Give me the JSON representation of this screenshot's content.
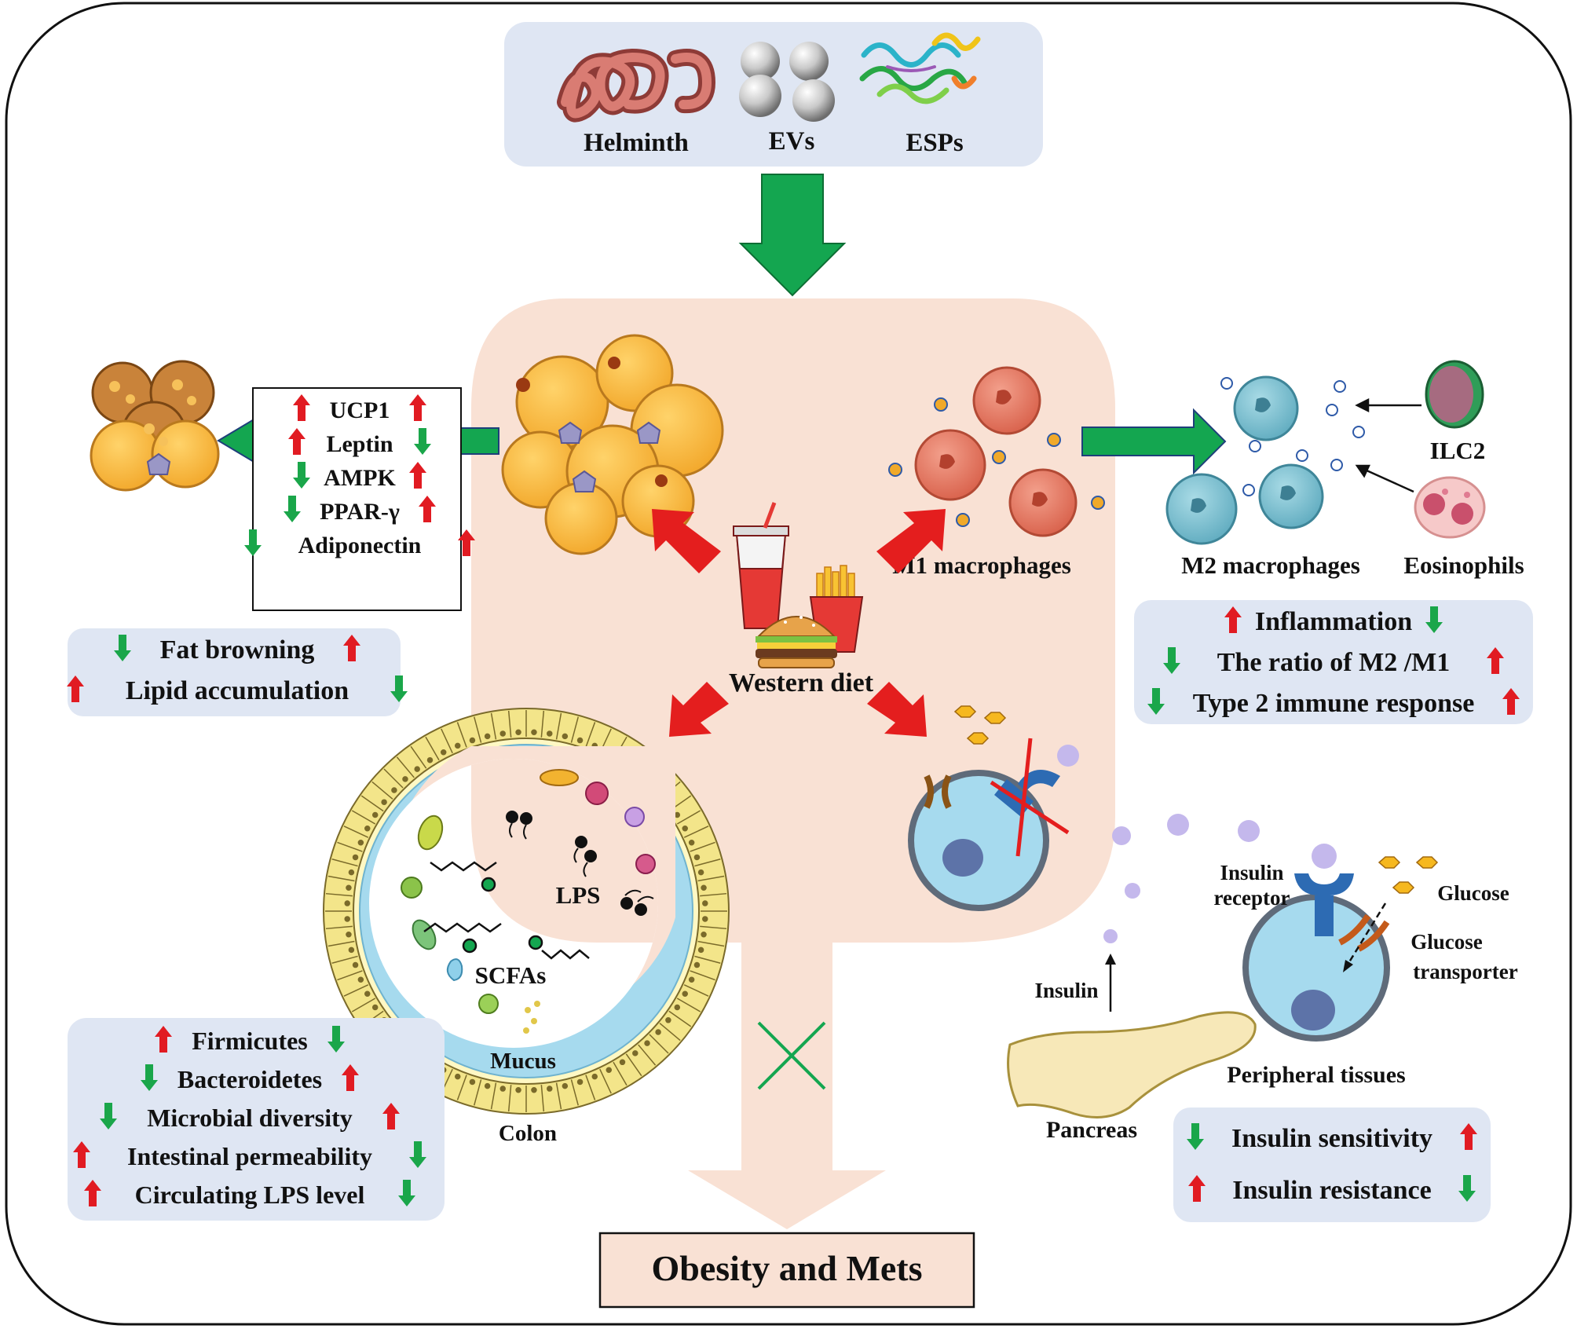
{
  "colors": {
    "up": "#e11b22",
    "down": "#1aa64a",
    "panel": "#dfe6f3",
    "body": "#f9e1d4",
    "green_arrow": "#14a650",
    "red_arrow": "#e41e1e"
  },
  "sources": {
    "helminth": "Helminth",
    "evs": "EVs",
    "esps": "ESPs"
  },
  "center": {
    "western_diet": "Western diet",
    "m1": "M1 macrophages",
    "lps": "LPS",
    "scfas": "SCFAs",
    "mucus": "Mucus",
    "colon": "Colon"
  },
  "adipose_list": [
    {
      "text": "UCP1",
      "left": "up",
      "right": "up"
    },
    {
      "text": "Leptin",
      "left": "up",
      "right": "down"
    },
    {
      "text": "AMPK",
      "left": "down",
      "right": "up"
    },
    {
      "text": "PPAR-γ",
      "left": "down",
      "right": "up"
    },
    {
      "text": "Adiponectin",
      "left": "down",
      "right": "up"
    }
  ],
  "fat_panel": [
    {
      "text": "Fat browning",
      "left": "down",
      "right": "up"
    },
    {
      "text": "Lipid accumulation",
      "left": "up",
      "right": "down"
    }
  ],
  "immune": {
    "m2": "M2 macrophages",
    "eos": "Eosinophils",
    "ilc2": "ILC2"
  },
  "immune_panel": [
    {
      "text": "Inflammation",
      "left": "up",
      "right": "down"
    },
    {
      "text": "The ratio of M2 /M1",
      "left": "down",
      "right": "up"
    },
    {
      "text": "Type 2 immune response",
      "left": "down",
      "right": "up"
    }
  ],
  "gut_panel": [
    {
      "text": "Firmicutes",
      "left": "up",
      "right": "down"
    },
    {
      "text": "Bacteroidetes",
      "left": "down",
      "right": "up"
    },
    {
      "text": "Microbial diversity",
      "left": "down",
      "right": "up"
    },
    {
      "text": "Intestinal permeability",
      "left": "up",
      "right": "down"
    },
    {
      "text": "Circulating LPS level",
      "left": "up",
      "right": "down"
    }
  ],
  "insulin": {
    "insulin_receptor_1": "Insulin",
    "insulin_receptor_2": "receptor",
    "glucose": "Glucose",
    "transporter_1": "Glucose",
    "transporter_2": "transporter",
    "insulin": "Insulin",
    "pancreas": "Pancreas",
    "peripheral": "Peripheral tissues"
  },
  "insulin_panel": [
    {
      "text": "Insulin sensitivity",
      "left": "down",
      "right": "up"
    },
    {
      "text": "Insulin resistance",
      "left": "up",
      "right": "down"
    }
  ],
  "outcome": "Obesity and Mets"
}
